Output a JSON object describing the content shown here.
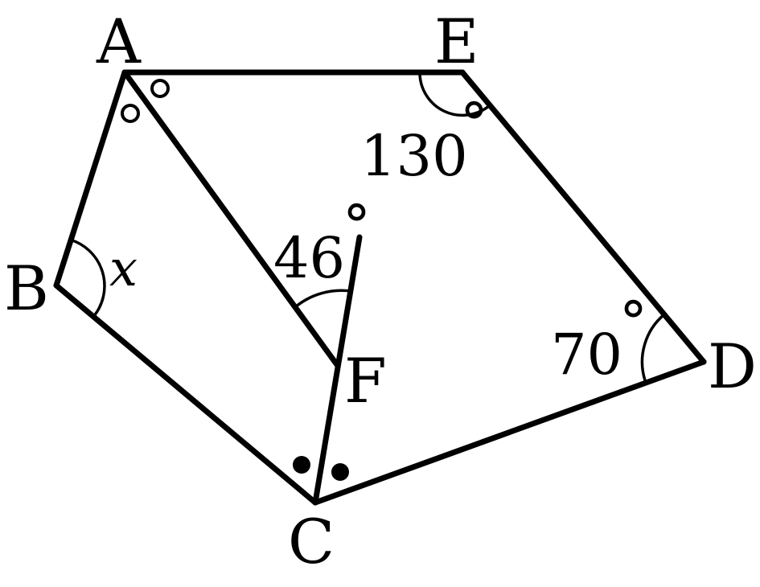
{
  "vertices": {
    "A": "A",
    "B": "B",
    "C": "C",
    "D": "D",
    "E": "E",
    "F": "F"
  },
  "angles": {
    "E": "130",
    "F": "46",
    "D": "70",
    "B": "x"
  },
  "degree_symbol": "°",
  "markers": {
    "A": "equal-angle-circles",
    "C": "equal-angle-dots"
  }
}
